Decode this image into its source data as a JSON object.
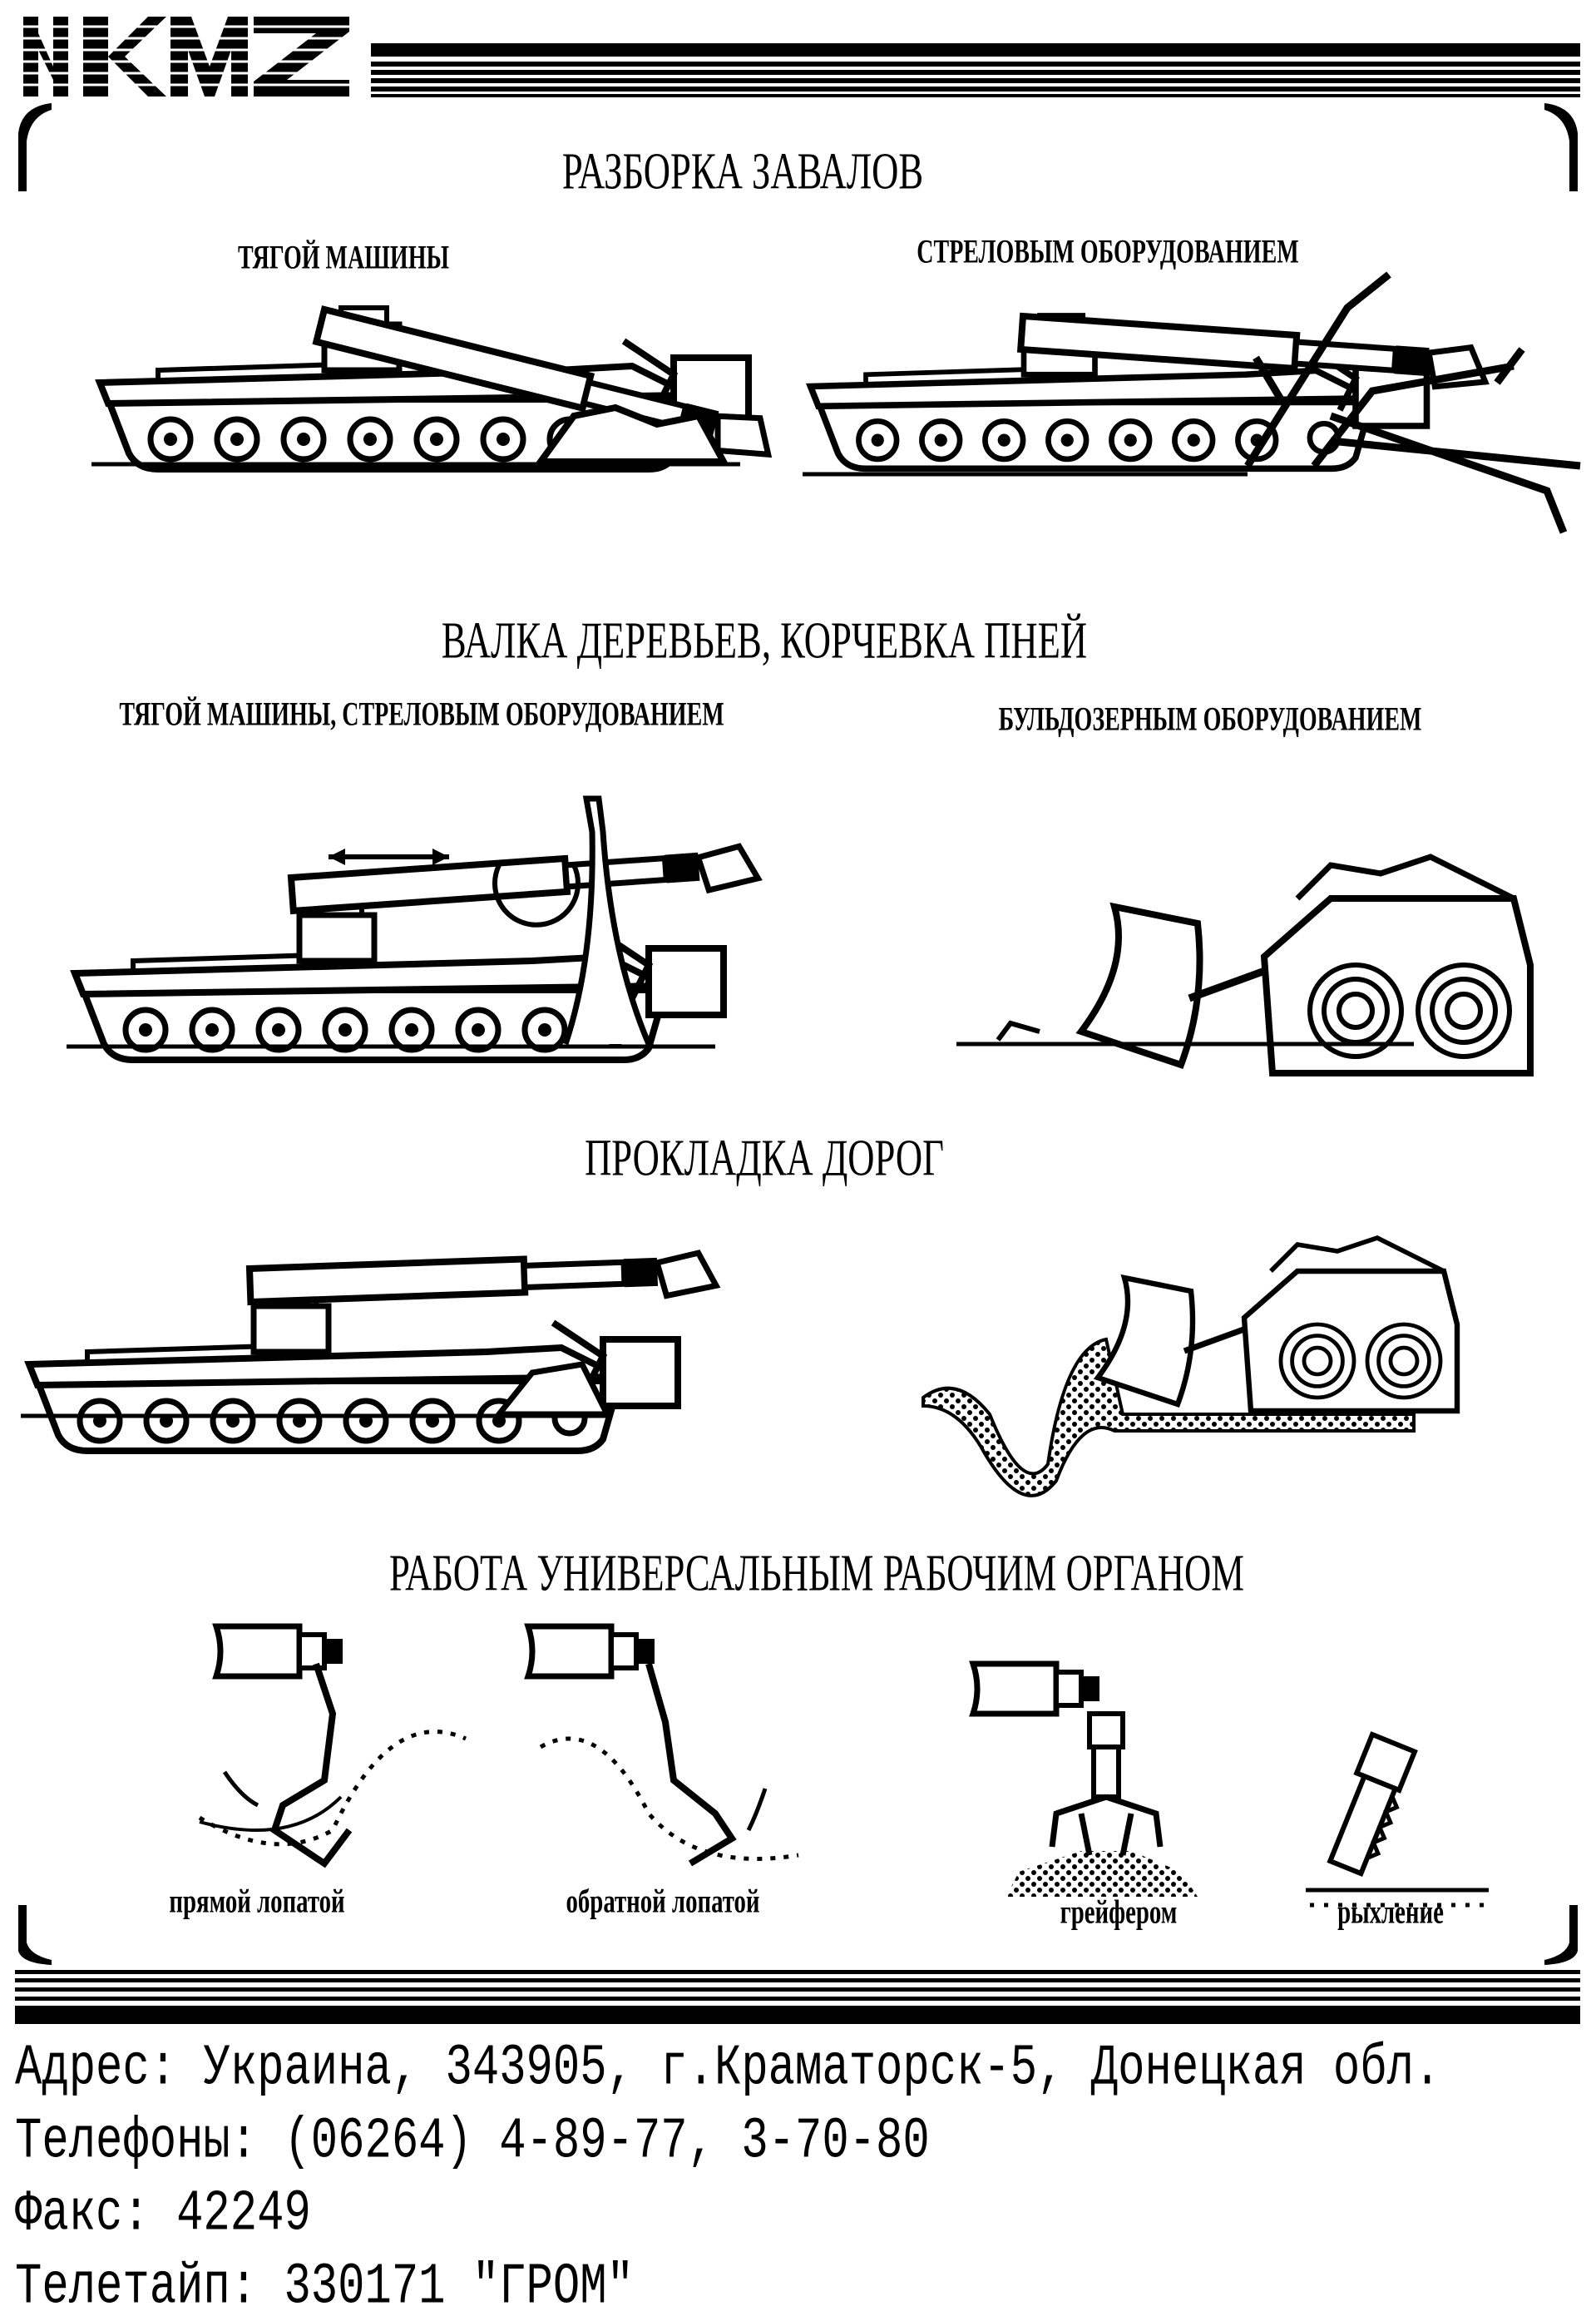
{
  "logo": {
    "text": "NKMZ"
  },
  "sections": [
    {
      "title": "РАЗБОРКА ЗАВАЛОВ",
      "captions": [
        "ТЯГОЙ МАШИНЫ",
        "СТРЕЛОВЫМ ОБОРУДОВАНИЕМ"
      ]
    },
    {
      "title": "ВАЛКА ДЕРЕВЬЕВ, КОРЧЕВКА ПНЕЙ",
      "captions": [
        "ТЯГОЙ МАШИНЫ, СТРЕЛОВЫМ ОБОРУДОВАНИЕМ",
        "БУЛЬДОЗЕРНЫМ ОБОРУДОВАНИЕМ"
      ]
    },
    {
      "title": "ПРОКЛАДКА ДОРОГ",
      "captions": []
    },
    {
      "title": "РАБОТА УНИВЕРСАЛЬНЫМ РАБОЧИМ ОРГАНОМ",
      "captions": [
        "прямой лопатой",
        "обратной лопатой",
        "грейфером",
        "рыхление"
      ]
    }
  ],
  "contacts": {
    "address": "Адрес: Украина, 343905, г.Краматорск-5, Донецкая обл.",
    "phones": "Телефоны: (06264) 4-89-77, 3-70-80",
    "fax": "Факс: 42249",
    "teletype": "Телетайп: 330171 \"ГРОМ\""
  }
}
